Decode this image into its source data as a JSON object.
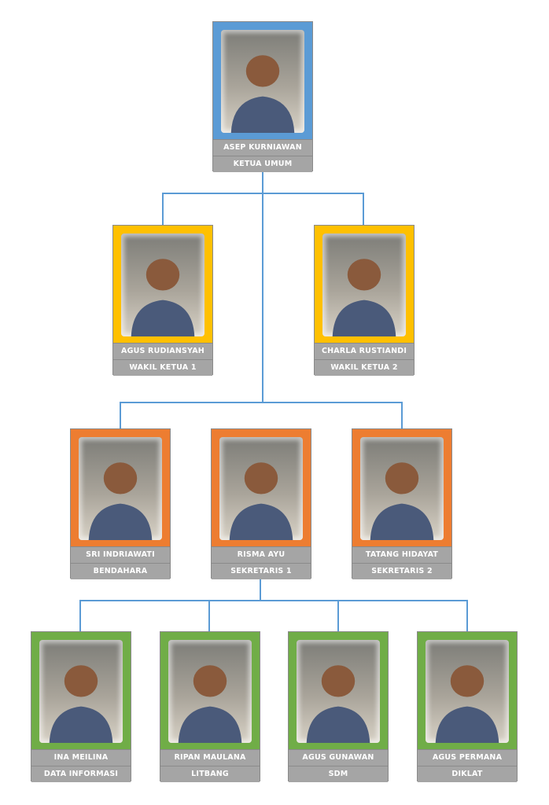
{
  "colors": {
    "level1": "#5b9bd5",
    "level2": "#ffc000",
    "level3": "#ed7d31",
    "level4": "#70ad47",
    "label": "#a5a5a5",
    "connector": "#5b9bd5"
  },
  "nodes": [
    {
      "id": "asep",
      "level": 1,
      "name": "ASEP KURNIAWAN",
      "role": "KETUA UMUM"
    },
    {
      "id": "agus-r",
      "level": 2,
      "name": "AGUS RUDIANSYAH",
      "role": "WAKIL KETUA 1"
    },
    {
      "id": "charla",
      "level": 2,
      "name": "CHARLA RUSTIANDI",
      "role": "WAKIL KETUA 2"
    },
    {
      "id": "sri",
      "level": 3,
      "name": "SRI INDRIAWATI",
      "role": "BENDAHARA"
    },
    {
      "id": "risma",
      "level": 3,
      "name": "RISMA AYU",
      "role": "SEKRETARIS 1"
    },
    {
      "id": "tatang",
      "level": 3,
      "name": "TATANG HIDAYAT",
      "role": "SEKRETARIS 2"
    },
    {
      "id": "ina",
      "level": 4,
      "name": "INA MEILINA",
      "role": "DATA INFORMASI"
    },
    {
      "id": "ripan",
      "level": 4,
      "name": "RIPAN MAULANA",
      "role": "LITBANG"
    },
    {
      "id": "agus-g",
      "level": 4,
      "name": "AGUS GUNAWAN",
      "role": "SDM"
    },
    {
      "id": "agus-p",
      "level": 4,
      "name": "AGUS PERMANA",
      "role": "DIKLAT"
    }
  ]
}
